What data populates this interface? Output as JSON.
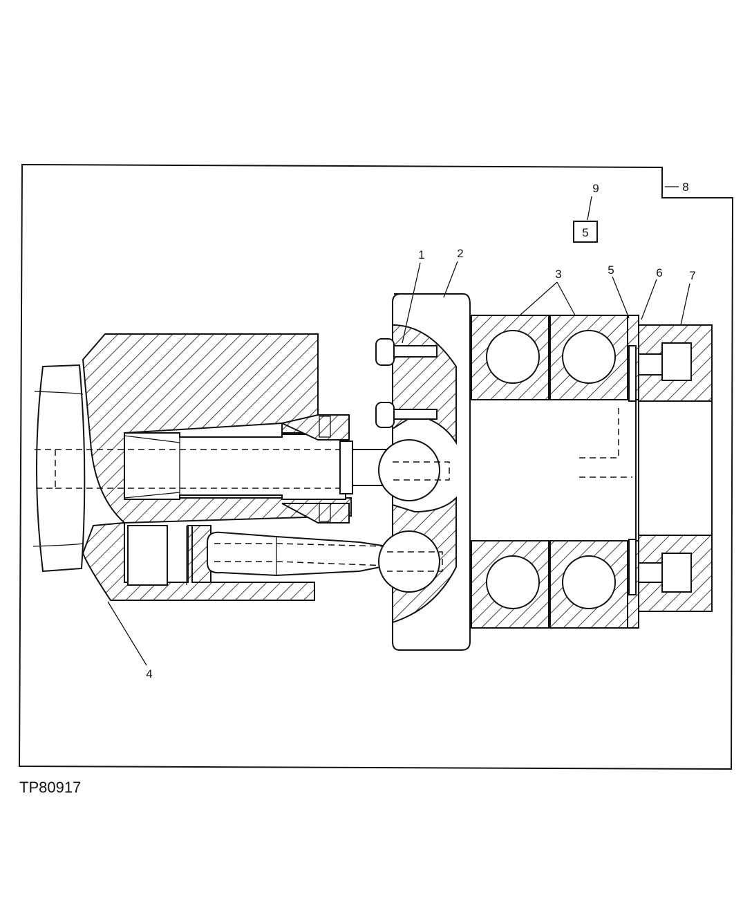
{
  "figure_id": "TP80917",
  "callouts": {
    "c1": "1",
    "c2": "2",
    "c3": "3",
    "c4": "4",
    "c5": "5",
    "c6": "6",
    "c7": "7",
    "c8": "8",
    "c9": "9"
  },
  "boxed_label": "5"
}
